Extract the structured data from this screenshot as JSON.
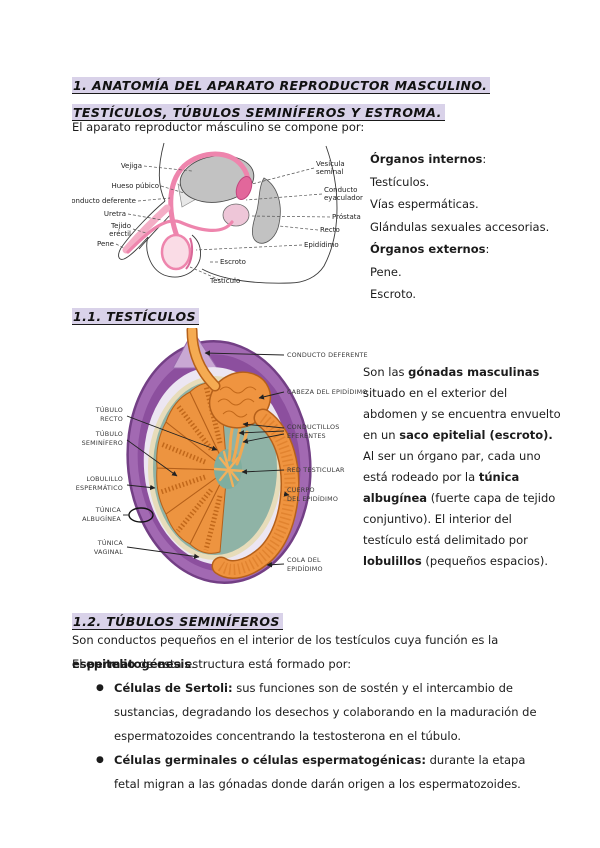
{
  "colors": {
    "highlight": "#d9d2e9",
    "diagram_pink": "#ee85ad",
    "diagram_purple": "#a269b2",
    "diagram_orange": "#ef9440",
    "diagram_teal": "#8fb3a6",
    "diagram_gray": "#c2c2c2"
  },
  "document": {
    "heading1": "1. Anatomía del aparato reproductor masculino. Testículos, túbulos seminíferos y estroma.",
    "intro": "El aparato reproductor másculino se compone por:",
    "organs": {
      "internal_title": [
        {
          "t": "Órganos internos",
          "b": true
        },
        {
          "t": ":",
          "b": false
        }
      ],
      "internal_items": [
        "Testículos.",
        "Vías espermáticas.",
        "Glándulas sexuales accesorias."
      ],
      "external_title": [
        {
          "t": "Órganos externos",
          "b": true
        },
        {
          "t": ":",
          "b": false
        }
      ],
      "external_items": [
        "Pene.",
        "Escroto."
      ]
    },
    "heading11": "1.1. Testículos",
    "testiculos_paragraph": [
      {
        "t": "Son las ",
        "b": false
      },
      {
        "t": "gónadas masculinas",
        "b": true
      },
      {
        "t": " situado en el exterior del abdomen y se encuentra envuelto en un ",
        "b": false
      },
      {
        "t": "saco epitelial (escroto).",
        "b": true
      },
      {
        "t": " Al ser un órgano par, cada uno está rodeado por la ",
        "b": false
      },
      {
        "t": "túnica albugínea",
        "b": true
      },
      {
        "t": " (fuerte capa de tejido conjuntivo). El interior del testículo está delimitado por ",
        "b": false
      },
      {
        "t": "lobulillos",
        "b": true
      },
      {
        "t": " (pequeños espacios).",
        "b": false
      }
    ],
    "heading12": "1.2. Túbulos seminíferos",
    "tubulos_p1": [
      {
        "t": "Son conductos pequeños en el interior de los testículos cuya función es la ",
        "b": false
      },
      {
        "t": "espermatogénesis",
        "b": true
      },
      {
        "t": ".",
        "b": false
      }
    ],
    "tubulos_p2": [
      {
        "t": "El ",
        "b": false
      },
      {
        "t": "epitelio",
        "b": true
      },
      {
        "t": " de esta estructura está formado por:",
        "b": false
      }
    ],
    "bullets": [
      {
        "marker": "●",
        "segments": [
          {
            "t": "Células de Sertoli:",
            "b": true
          },
          {
            "t": " sus funciones son de sostén y el intercambio de sustancias, degradando los desechos y colaborando en la maduración de espermatozoides concentrando la testosterona en el túbulo.",
            "b": false
          }
        ]
      },
      {
        "marker": "●",
        "segments": [
          {
            "t": "Células germinales o células espermatogénicas:",
            "b": true
          },
          {
            "t": " durante la etapa fetal migran a las gónadas donde darán origen a los espermatozoides.",
            "b": false
          }
        ]
      }
    ]
  },
  "figure1": {
    "labels": {
      "vejiga": "Vejiga",
      "hueso_pubico": "Hueso púbico",
      "conducto_deferente": "Conducto deferente",
      "uretra": "Uretra",
      "tejido_erectil": [
        "Tejido",
        "eréctil"
      ],
      "pene": "Pene",
      "vesicula_seminal": [
        "Vesícula",
        "seminal"
      ],
      "conducto_eyaculador": [
        "Conducto",
        "eyaculador"
      ],
      "prostata": "Próstata",
      "recto": "Recto",
      "epididimo": "Epidídimo",
      "escroto": "Escroto",
      "testiculo": "Testículo"
    }
  },
  "figure2": {
    "labels": {
      "conducto_deferente": "CONDUCTO DEFERENTE",
      "cabeza_epididimo": "CABEZA DEL EPIDÍDIMO",
      "conductillos": [
        "CONDUCTILLOS",
        "EFERENTES"
      ],
      "red_testicular": "RED TESTICULAR",
      "cuerpo_epididimo": [
        "CUERPO",
        "DEL EPIDÍDIMO"
      ],
      "cola_epididimo": [
        "COLA DEL",
        "EPIDÍDIMO"
      ],
      "tubulo_recto": [
        "TÚBULO",
        "RECTO"
      ],
      "tubulo_seminifero": [
        "TÚBULO",
        "SEMINÍFERO"
      ],
      "lobulillo": [
        "LOBULILLO",
        "ESPERMÁTICO"
      ],
      "tunica_albuginea": [
        "TÚNICA",
        "ALBUGÍNEA"
      ],
      "tunica_vaginal": [
        "TÚNICA",
        "VAGINAL"
      ]
    }
  }
}
